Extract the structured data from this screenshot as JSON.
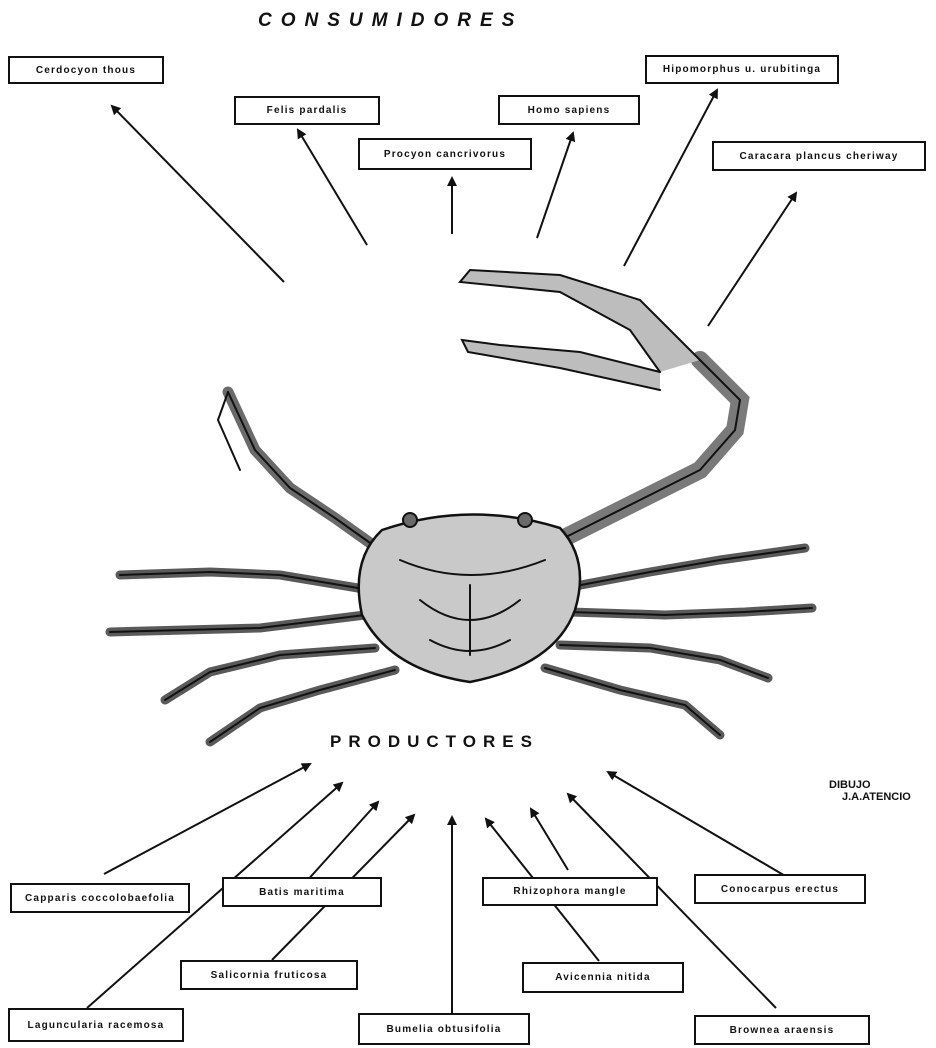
{
  "header": {
    "title": "CONSUMIDORES"
  },
  "producers_heading": "PRODUCTORES",
  "credit": {
    "line1": "DIBUJO",
    "line2": "J.A.ATENCIO"
  },
  "consumers": [
    "Cerdocyon thous",
    "Felis pardalis",
    "Procyon cancrivorus",
    "Homo sapiens",
    "Hipomorphus u. urubitinga",
    "Caracara plancus cheriway"
  ],
  "producers": [
    "Capparis coccolobaefolia",
    "Batis maritima",
    "Rhizophora mangle",
    "Conocarpus erectus",
    "Salicornia fruticosa",
    "Avicennia nitida",
    "Laguncularia racemosa",
    "Bumelia obtusifolia",
    "Brownea araensis"
  ],
  "colors": {
    "ink": "#111111",
    "shell": "#c9c9c9",
    "shade": "#8a8a8a",
    "paper": "#ffffff"
  },
  "illustration": "crab-drawing"
}
